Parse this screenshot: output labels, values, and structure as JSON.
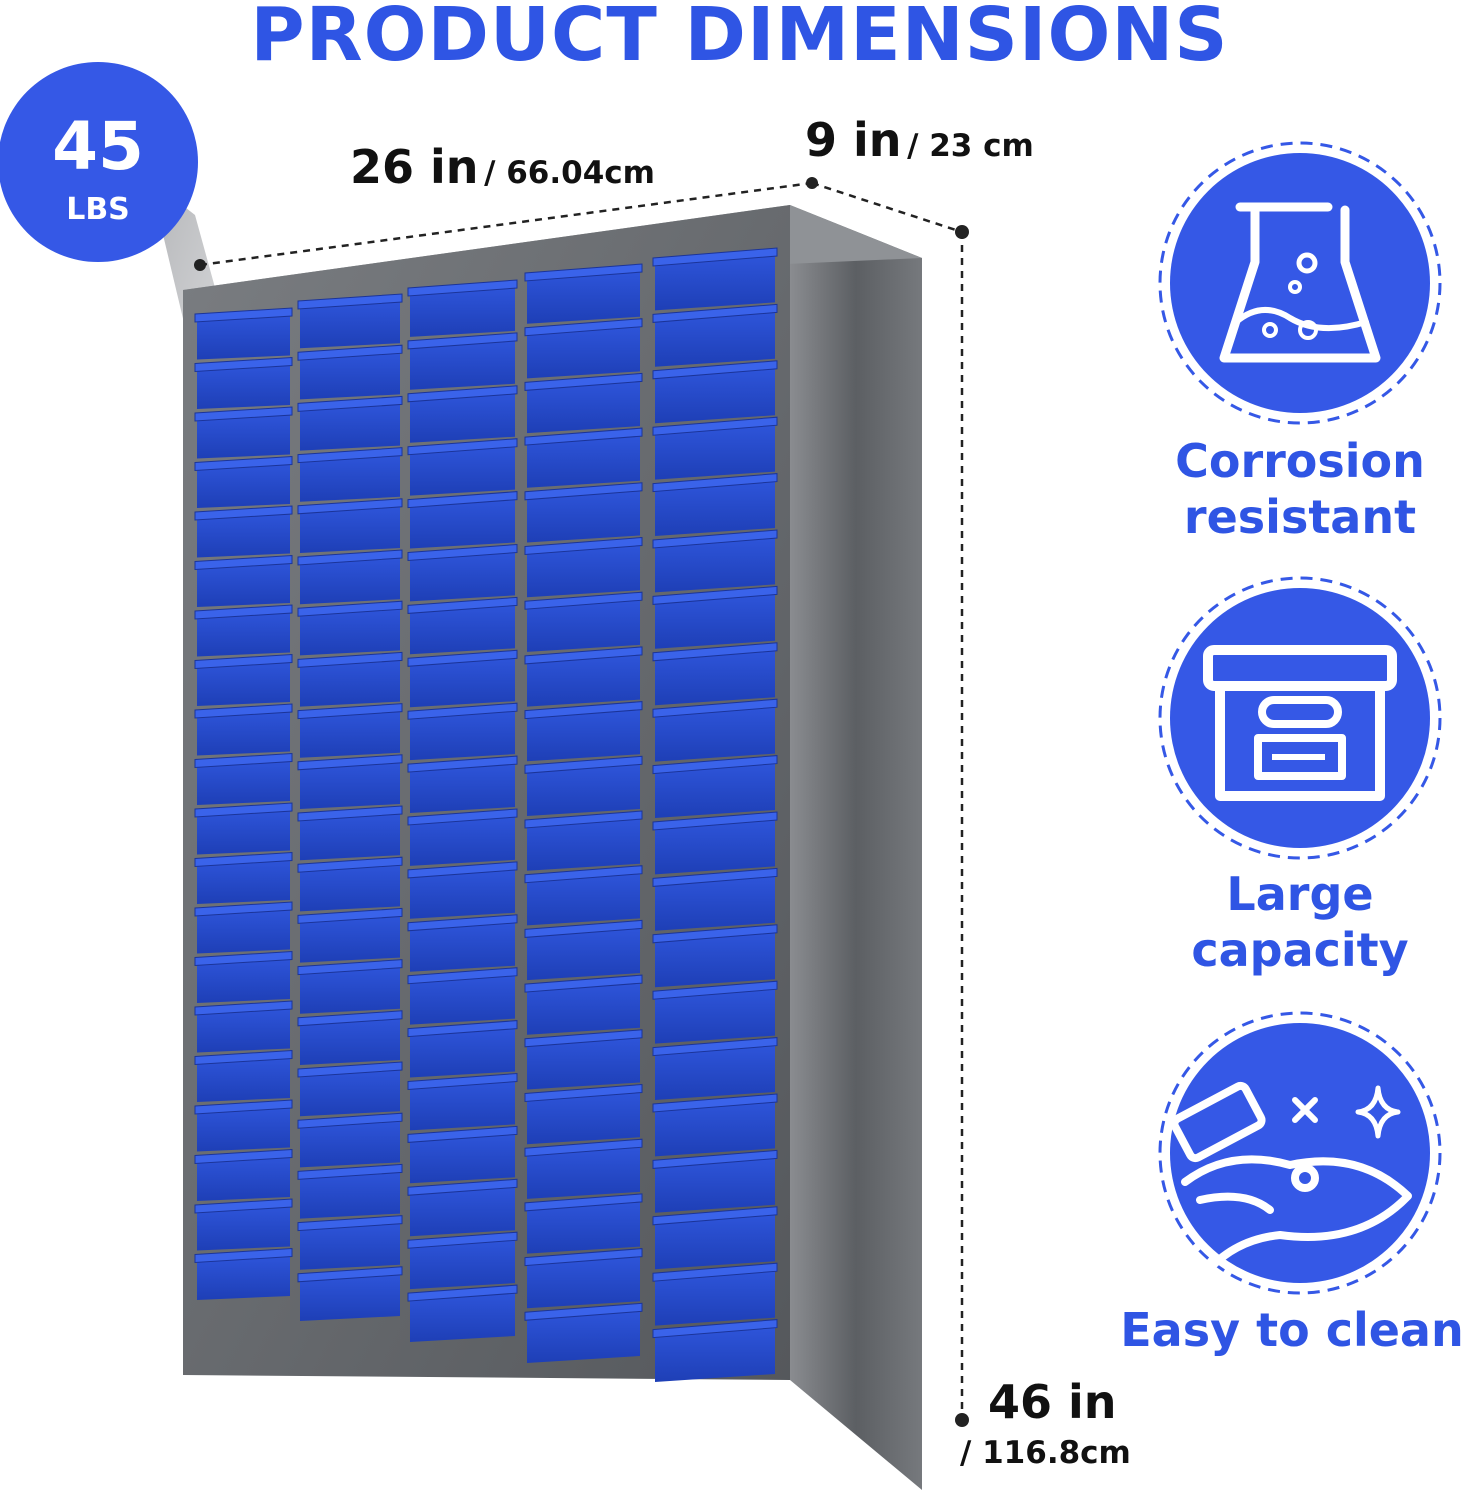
{
  "title": "PRODUCT DIMENSIONS",
  "weight": {
    "value": "45",
    "unit": "LBS"
  },
  "dimensions": {
    "width": {
      "imperial": "26 in",
      "metric": "/ 66.04cm"
    },
    "depth": {
      "imperial": "9 in",
      "metric": "/ 23 cm"
    },
    "height": {
      "imperial": "46 in",
      "metric": "/ 116.8cm"
    }
  },
  "features": [
    {
      "label_line1": "Corrosion",
      "label_line2": "resistant",
      "icon": "flask-icon"
    },
    {
      "label_line1": "Large",
      "label_line2": "capacity",
      "icon": "storage-box-icon"
    },
    {
      "label_line1": "Easy to clean",
      "label_line2": "",
      "icon": "wipe-clean-icon"
    }
  ],
  "colors": {
    "accent": "#2f55e4",
    "cabinet": "#6d7075",
    "drawer": "#2447c9"
  }
}
